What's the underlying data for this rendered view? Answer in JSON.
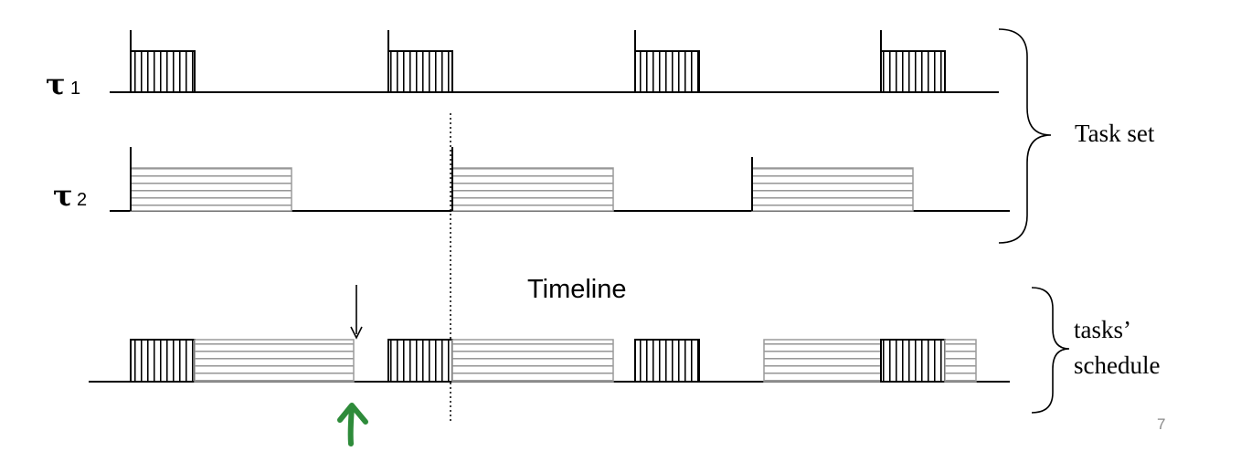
{
  "tasks": [
    {
      "symbol": "τ",
      "subscript": "1",
      "pattern": "vertical"
    },
    {
      "symbol": "τ",
      "subscript": "2",
      "pattern": "horizontal"
    }
  ],
  "labels": {
    "task_set": "Task set",
    "timeline": "Timeline",
    "schedule_line1": "tasks’",
    "schedule_line2": "schedule",
    "page_number": "7"
  },
  "colors": {
    "ink": "#000000",
    "hatch_horizontal": "#8c8c8c",
    "annotation_arrow": "#2e8b3a",
    "page_number": "#8a8a8a"
  },
  "annotations": [
    "preemption-marker-arrow",
    "hand-drawn-green-up-arrow",
    "dotted-time-marker"
  ]
}
